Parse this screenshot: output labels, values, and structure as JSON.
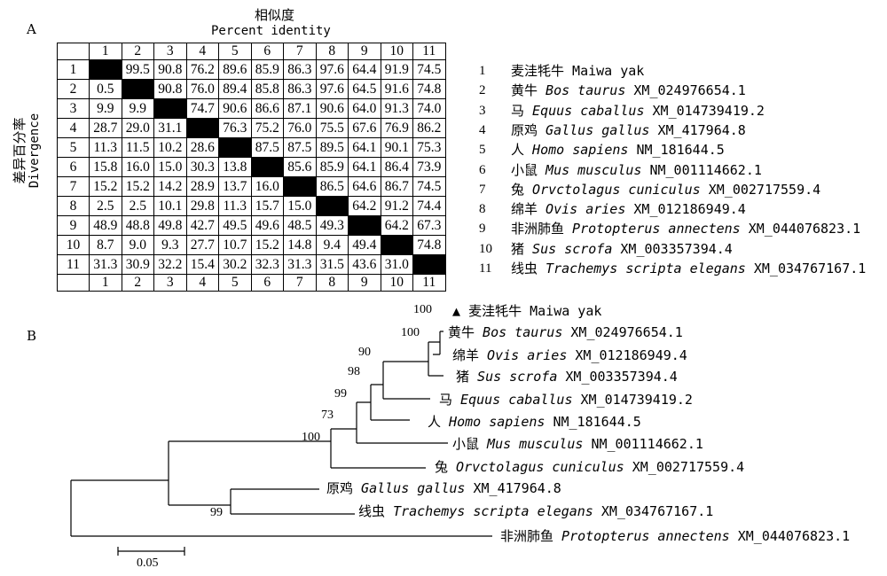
{
  "panel_a_label": "A",
  "panel_b_label": "B",
  "title_zh": "相似度",
  "title_en": "Percent identity",
  "ylabel_zh": "差异百分率",
  "ylabel_en": "Divergence",
  "column_numbers": [
    "1",
    "2",
    "3",
    "4",
    "5",
    "6",
    "7",
    "8",
    "9",
    "10",
    "11"
  ],
  "species": [
    {
      "num": "1",
      "zh": "麦洼牦牛",
      "latin": "",
      "rest": " Maiwa yak"
    },
    {
      "num": "2",
      "zh": "黄牛",
      "latin": "Bos taurus",
      "rest": " XM_024976654.1"
    },
    {
      "num": "3",
      "zh": "马",
      "latin": "Equus caballus",
      "rest": " XM_014739419.2"
    },
    {
      "num": "4",
      "zh": "原鸡",
      "latin": "Gallus gallus",
      "rest": " XM_417964.8"
    },
    {
      "num": "5",
      "zh": "人",
      "latin": "Homo sapiens",
      "rest": " NM_181644.5"
    },
    {
      "num": "6",
      "zh": "小鼠",
      "latin": "Mus musculus",
      "rest": " NM_001114662.1"
    },
    {
      "num": "7",
      "zh": "兔",
      "latin": "Orvctolagus cuniculus",
      "rest": " XM_002717559.4"
    },
    {
      "num": "8",
      "zh": "绵羊",
      "latin": "Ovis aries",
      "rest": " XM_012186949.4"
    },
    {
      "num": "9",
      "zh": "非洲肺鱼",
      "latin": "Protopterus annectens",
      "rest": " XM_044076823.1"
    },
    {
      "num": "10",
      "zh": "猪",
      "latin": "Sus scrofa",
      "rest": " XM_003357394.4"
    },
    {
      "num": "11",
      "zh": "线虫",
      "latin": "Trachemys scripta elegans",
      "rest": " XM_034767167.1"
    }
  ],
  "matrix": [
    [
      "",
      "99.5",
      "90.8",
      "76.2",
      "89.6",
      "85.9",
      "86.3",
      "97.6",
      "64.4",
      "91.9",
      "74.5"
    ],
    [
      "0.5",
      "",
      "90.8",
      "76.0",
      "89.4",
      "85.8",
      "86.3",
      "97.6",
      "64.5",
      "91.6",
      "74.8"
    ],
    [
      "9.9",
      "9.9",
      "",
      "74.7",
      "90.6",
      "86.6",
      "87.1",
      "90.6",
      "64.0",
      "91.3",
      "74.0"
    ],
    [
      "28.7",
      "29.0",
      "31.1",
      "",
      "76.3",
      "75.2",
      "76.0",
      "75.5",
      "67.6",
      "76.9",
      "86.2"
    ],
    [
      "11.3",
      "11.5",
      "10.2",
      "28.6",
      "",
      "87.5",
      "87.5",
      "89.5",
      "64.1",
      "90.1",
      "75.3"
    ],
    [
      "15.8",
      "16.0",
      "15.0",
      "30.3",
      "13.8",
      "",
      "85.6",
      "85.9",
      "64.1",
      "86.4",
      "73.9"
    ],
    [
      "15.2",
      "15.2",
      "14.2",
      "28.9",
      "13.7",
      "16.0",
      "",
      "86.5",
      "64.6",
      "86.7",
      "74.5"
    ],
    [
      "2.5",
      "2.5",
      "10.1",
      "29.8",
      "11.3",
      "15.7",
      "15.0",
      "",
      "64.2",
      "91.2",
      "74.4"
    ],
    [
      "48.9",
      "48.8",
      "49.8",
      "42.7",
      "49.5",
      "49.6",
      "48.5",
      "49.3",
      "",
      "64.2",
      "67.3"
    ],
    [
      "8.7",
      "9.0",
      "9.3",
      "27.7",
      "10.7",
      "15.2",
      "14.8",
      "9.4",
      "49.4",
      "",
      "74.8"
    ],
    [
      "31.3",
      "30.9",
      "32.2",
      "15.4",
      "30.2",
      "32.3",
      "31.3",
      "31.5",
      "43.6",
      "31.0",
      ""
    ]
  ],
  "tree": {
    "marker": "▲",
    "tips": [
      {
        "zh": "麦洼牦牛",
        "latin": "",
        "rest": " Maiwa yak"
      },
      {
        "zh": "黄牛",
        "latin": "Bos taurus",
        "rest": " XM_024976654.1"
      },
      {
        "zh": "绵羊",
        "latin": "Ovis aries",
        "rest": " XM_012186949.4"
      },
      {
        "zh": "猪",
        "latin": "Sus scrofa",
        "rest": " XM_003357394.4"
      },
      {
        "zh": "马",
        "latin": "Equus caballus",
        "rest": " XM_014739419.2"
      },
      {
        "zh": "人",
        "latin": "Homo sapiens",
        "rest": " NM_181644.5"
      },
      {
        "zh": "小鼠",
        "latin": "Mus musculus",
        "rest": " NM_001114662.1"
      },
      {
        "zh": "兔",
        "latin": "Orvctolagus cuniculus",
        "rest": " XM_002717559.4"
      },
      {
        "zh": "原鸡",
        "latin": "Gallus gallus",
        "rest": " XM_417964.8"
      },
      {
        "zh": "线虫",
        "latin": "Trachemys scripta elegans",
        "rest": " XM_034767167.1"
      },
      {
        "zh": "非洲肺鱼",
        "latin": "Protopterus annectens",
        "rest": " XM_044076823.1"
      }
    ],
    "bootstrap": [
      "100",
      "100",
      "90",
      "98",
      "99",
      "73",
      "100",
      "99"
    ],
    "scale_label": "0.05"
  }
}
